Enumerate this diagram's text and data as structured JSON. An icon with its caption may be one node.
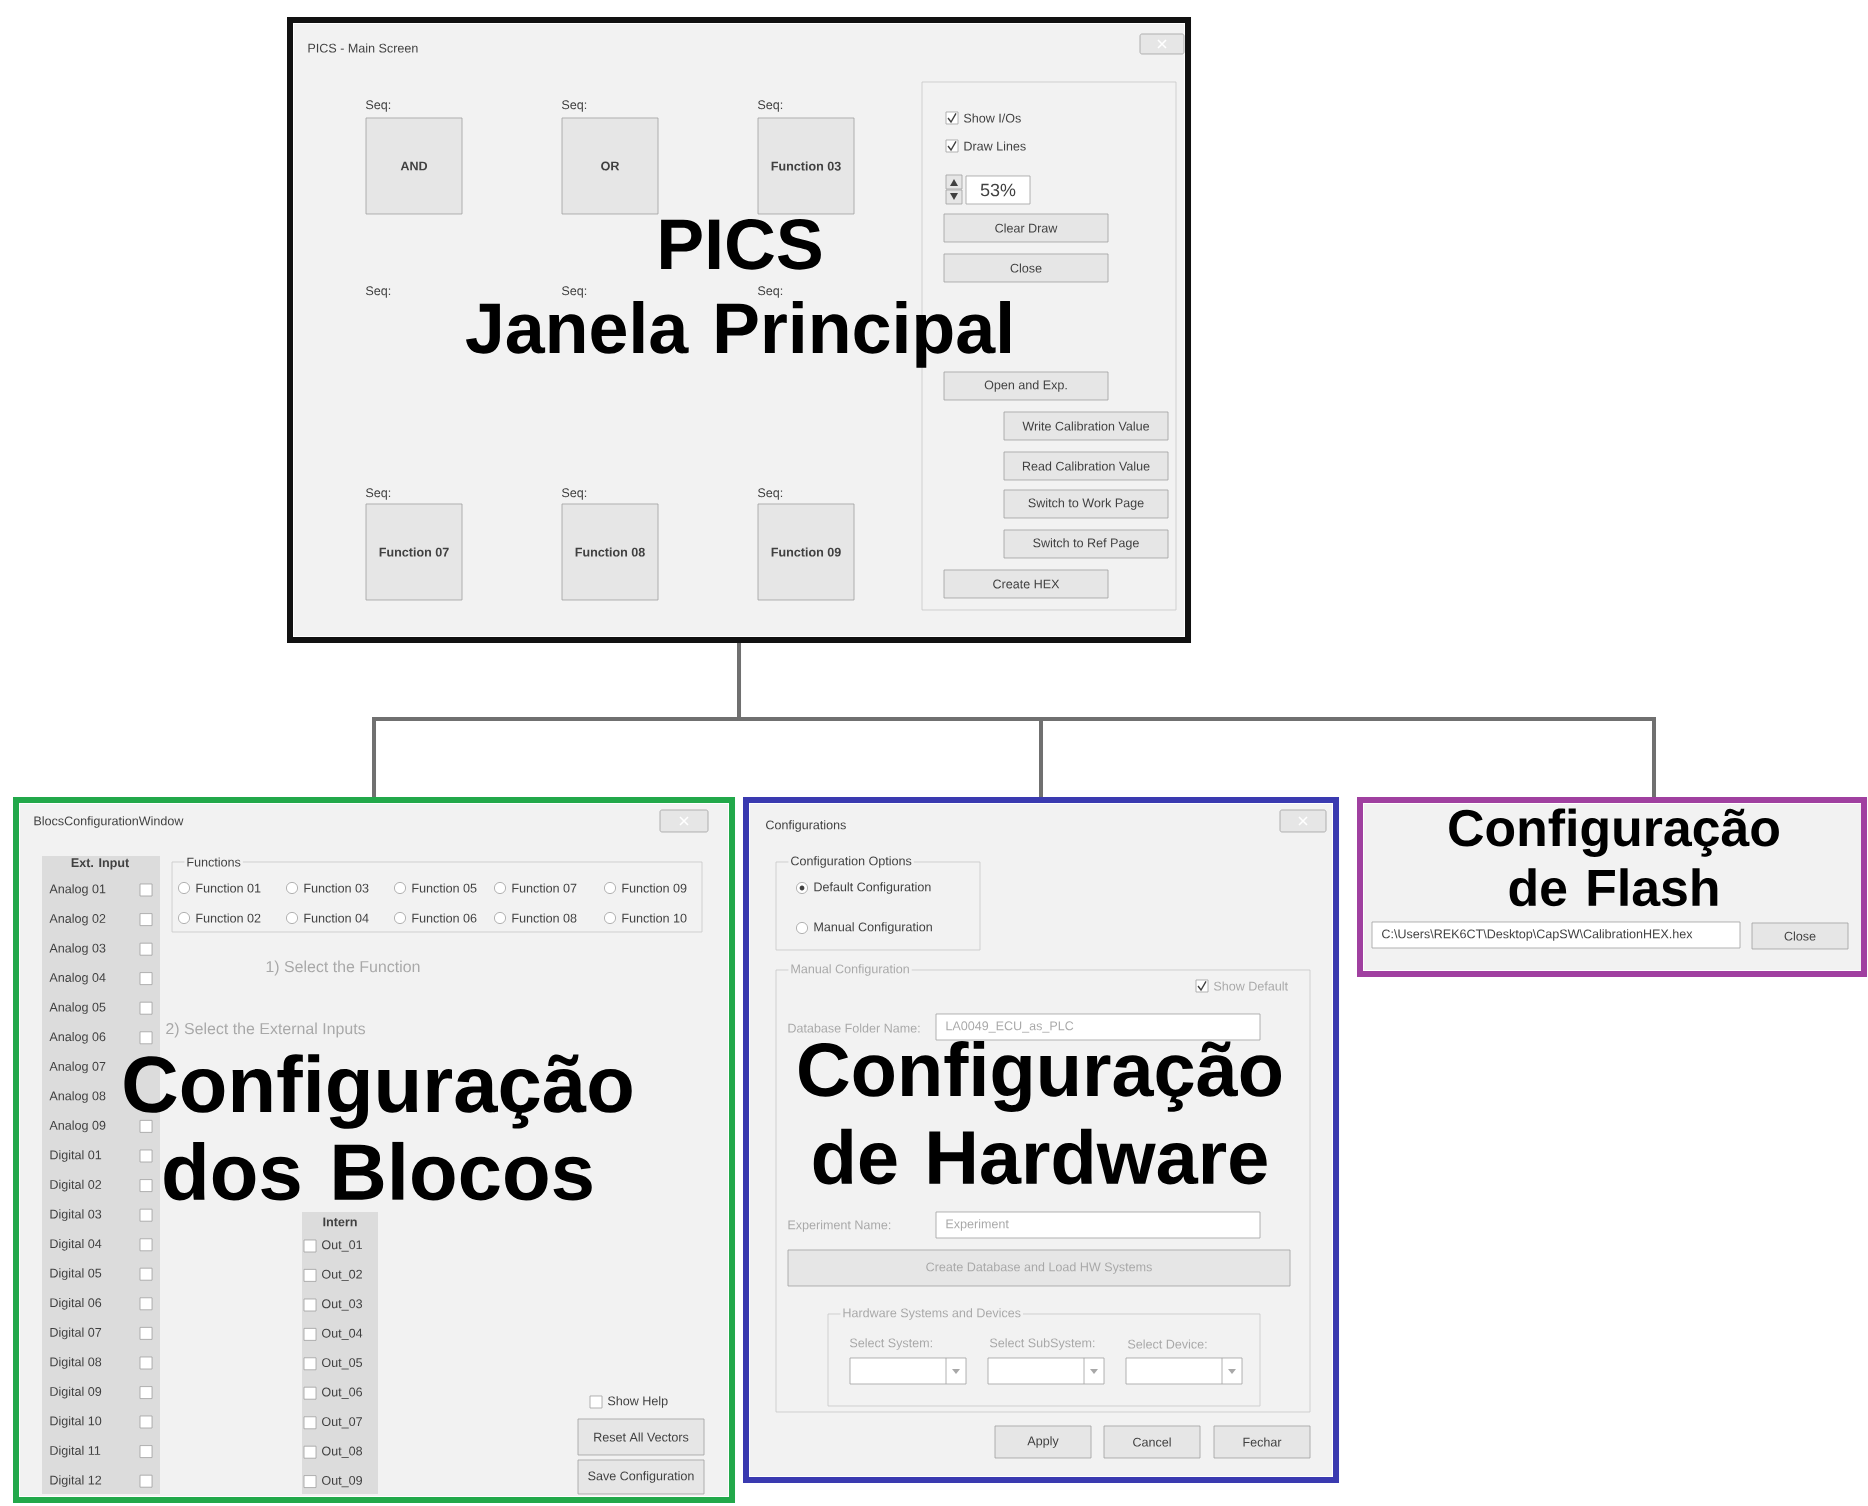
{
  "diagram": {
    "nodes": [
      {
        "text": [
          "PICS",
          "Janela Principal"
        ]
      },
      {
        "text": [
          "Configuração dos Blocos"
        ]
      },
      {
        "text": [
          "Configuração de Hardware"
        ]
      },
      {
        "text": [
          "Configuração de Flash"
        ]
      }
    ],
    "edges": [
      {
        "from": 0,
        "to": 1,
        "arrow": "none"
      },
      {
        "from": 0,
        "to": 2,
        "arrow": "none"
      },
      {
        "from": 0,
        "to": 3,
        "arrow": "none"
      }
    ],
    "labels": [
      "PICS - Main Screen",
      "Seq:",
      "Seq:",
      "Seq:",
      "AND",
      "OR",
      "Function 03",
      "Show I/Os",
      "Draw Lines",
      "53%",
      "Clear Draw",
      "Close",
      "Seq:",
      "Seq:",
      "Seq:",
      "Open and Exp.",
      "Write Calibration Value",
      "Read Calibration Value",
      "Switch to Work Page",
      "Switch to Ref Page",
      "Seq:",
      "Seq:",
      "Seq:",
      "Function 07",
      "Function 08",
      "Function 09",
      "Create HEX",
      "BlocsConfigurationWindow",
      "Ext. Input",
      "Analog 01",
      "Analog 02",
      "Analog 03",
      "Analog 04",
      "Analog 05",
      "Analog 06",
      "Analog 07",
      "Analog 08",
      "Analog 09",
      "Digital 01",
      "Digital 02",
      "Digital 03",
      "Digital 04",
      "Digital 05",
      "Digital 06",
      "Digital 07",
      "Digital 08",
      "Digital 09",
      "Digital 10",
      "Digital 11",
      "Digital 12",
      "Functions",
      "Function 01",
      "Function 03",
      "Function 05",
      "Function 07",
      "Function 09",
      "Function 02",
      "Function 04",
      "Function 06",
      "Function 08",
      "Function 10",
      "1) Select the Function",
      "2) Select the External Inputs",
      "Intern",
      "Out_01",
      "Out_02",
      "Out_03",
      "Out_04",
      "Out_05",
      "Out_06",
      "Out_07",
      "Out_08",
      "Out_09",
      "Show Help",
      "Reset All Vectors",
      "Save Configuration",
      "Configurations",
      "Configuration Options",
      "Default Configuration",
      "Manual Configuration",
      "Manual Configuration",
      "Show Default",
      "Database Folder Name:",
      "LA0049_ECU_as_PLC",
      "Experiment Name:",
      "Experiment",
      "Create Database and Load HW Systems",
      "Hardware Systems and Devices",
      "Select System:",
      "Select SubSystem:",
      "Select Device:",
      "Apply",
      "Cancel",
      "Fechar",
      "C:\\Users\\REK6CT\\Desktop\\CapSW\\CalibrationHEX.hex",
      "Close"
    ]
  }
}
